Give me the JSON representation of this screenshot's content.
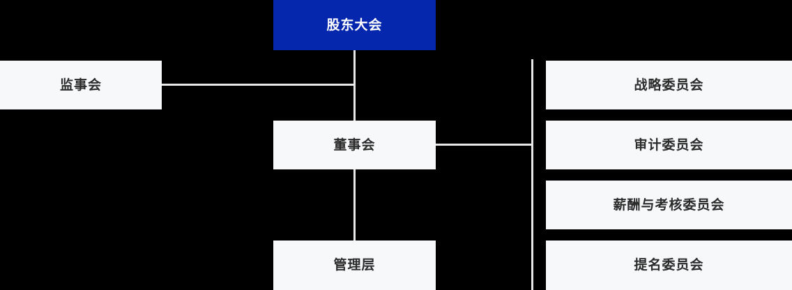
{
  "chart_data": {
    "type": "diagram",
    "title": "",
    "diagram_kind": "organizational-chart",
    "colors": {
      "background": "#000000",
      "root_node_fill": "#0527AE",
      "root_node_text": "#FFFFFF",
      "node_fill": "#F6F8FA",
      "node_text": "#2B2B2B",
      "connector": "#E8E8E8"
    },
    "nodes": [
      {
        "id": "shareholders",
        "label": "股东大会",
        "style": "root",
        "column": "center"
      },
      {
        "id": "supervisors",
        "label": "监事会",
        "style": "light",
        "column": "left"
      },
      {
        "id": "board",
        "label": "董事会",
        "style": "light",
        "column": "center"
      },
      {
        "id": "management",
        "label": "管理层",
        "style": "light",
        "column": "center"
      },
      {
        "id": "strategy",
        "label": "战略委员会",
        "style": "light",
        "column": "right"
      },
      {
        "id": "audit",
        "label": "审计委员会",
        "style": "light",
        "column": "right"
      },
      {
        "id": "remuneration",
        "label": "薪酬与考核委员会",
        "style": "light",
        "column": "right"
      },
      {
        "id": "nomination",
        "label": "提名委员会",
        "style": "light",
        "column": "right"
      }
    ],
    "edges": [
      {
        "from": "shareholders",
        "to": "supervisors"
      },
      {
        "from": "shareholders",
        "to": "board"
      },
      {
        "from": "board",
        "to": "management"
      },
      {
        "from": "board",
        "to": "strategy"
      },
      {
        "from": "board",
        "to": "audit"
      },
      {
        "from": "board",
        "to": "remuneration"
      },
      {
        "from": "board",
        "to": "nomination"
      }
    ]
  },
  "chart": {
    "nodes": {
      "shareholders": {
        "label": "股东大会"
      },
      "supervisors": {
        "label": "监事会"
      },
      "board": {
        "label": "董事会"
      },
      "management": {
        "label": "管理层"
      },
      "strategy": {
        "label": "战略委员会"
      },
      "audit": {
        "label": "审计委员会"
      },
      "remuneration": {
        "label": "薪酬与考核委员会"
      },
      "nomination": {
        "label": "提名委员会"
      }
    }
  }
}
